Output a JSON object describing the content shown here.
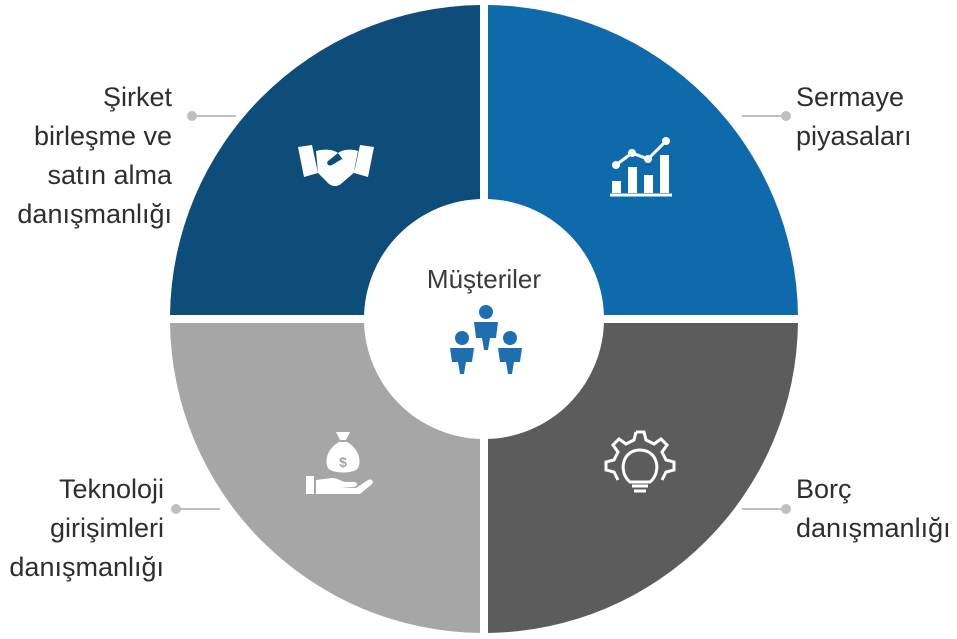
{
  "center": {
    "title": "Müşteriler",
    "icon": "people-group-icon",
    "icon_color": "#1f6fb0"
  },
  "segments": [
    {
      "id": "mergers",
      "icon": "handshake-icon",
      "color": "#0e4d7a",
      "label_lines": [
        "Şirket",
        "birleşme ve",
        "satın alma",
        "danışmanlığı"
      ]
    },
    {
      "id": "capital",
      "icon": "bar-chart-growth-icon",
      "color": "#0f6aab",
      "label_lines": [
        "Sermaye",
        "piyasaları"
      ]
    },
    {
      "id": "debt",
      "icon": "gear-lightbulb-icon",
      "color": "#5c5c5c",
      "label_lines": [
        "Borç",
        "danışmanlığı"
      ]
    },
    {
      "id": "tech",
      "icon": "money-bag-hand-icon",
      "color": "#a6a6a6",
      "label_lines": [
        "Teknoloji",
        "girişimleri",
        "danışmanlığı"
      ]
    }
  ],
  "connector_color": "#bfbfbf"
}
